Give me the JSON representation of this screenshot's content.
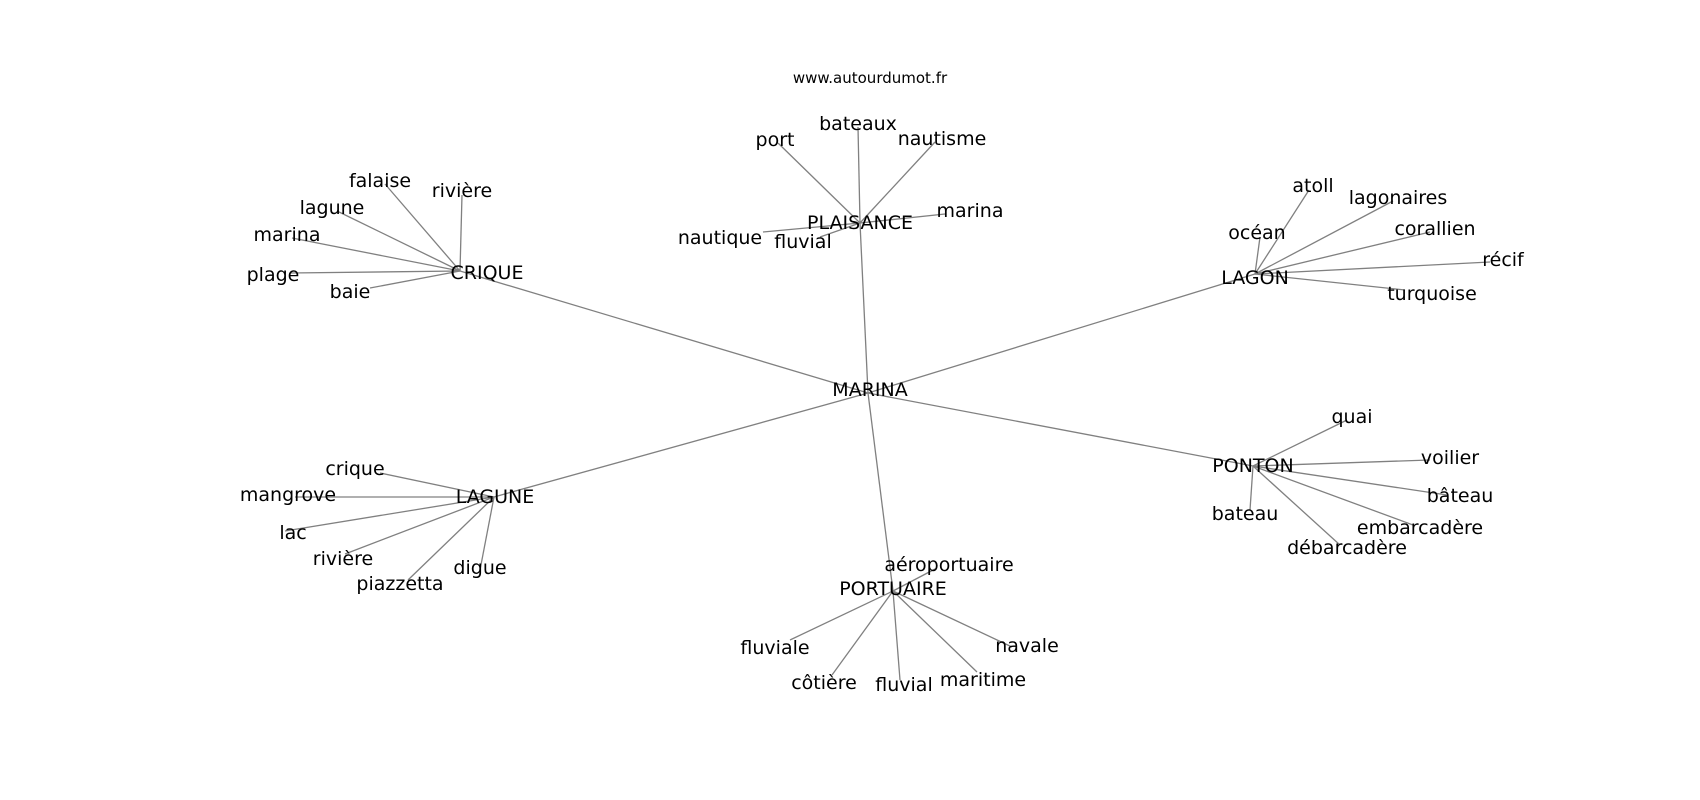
{
  "source": "www.autourdumot.fr",
  "colors": {
    "edge": "#808080",
    "text": "#000000",
    "background": "#ffffff"
  },
  "graph": {
    "center": "MARINA",
    "clusters": [
      {
        "hub": "PLAISANCE",
        "leaves": [
          "port",
          "bateaux",
          "nautisme",
          "marina",
          "nautique",
          "fluvial"
        ]
      },
      {
        "hub": "CRIQUE",
        "leaves": [
          "falaise",
          "rivière",
          "lagune",
          "marina",
          "plage",
          "baie"
        ]
      },
      {
        "hub": "LAGON",
        "leaves": [
          "atoll",
          "lagonaires",
          "océan",
          "corallien",
          "récif",
          "turquoise"
        ]
      },
      {
        "hub": "LAGUNE",
        "leaves": [
          "crique",
          "mangrove",
          "lac",
          "rivière",
          "piazzetta",
          "digue"
        ]
      },
      {
        "hub": "PONTON",
        "leaves": [
          "quai",
          "voilier",
          "bâteau",
          "bateau",
          "embarcadère",
          "débarcadère"
        ]
      },
      {
        "hub": "PORTUAIRE",
        "leaves": [
          "aéroportuaire",
          "navale",
          "fluviale",
          "côtière",
          "fluvial",
          "maritime"
        ]
      }
    ]
  }
}
